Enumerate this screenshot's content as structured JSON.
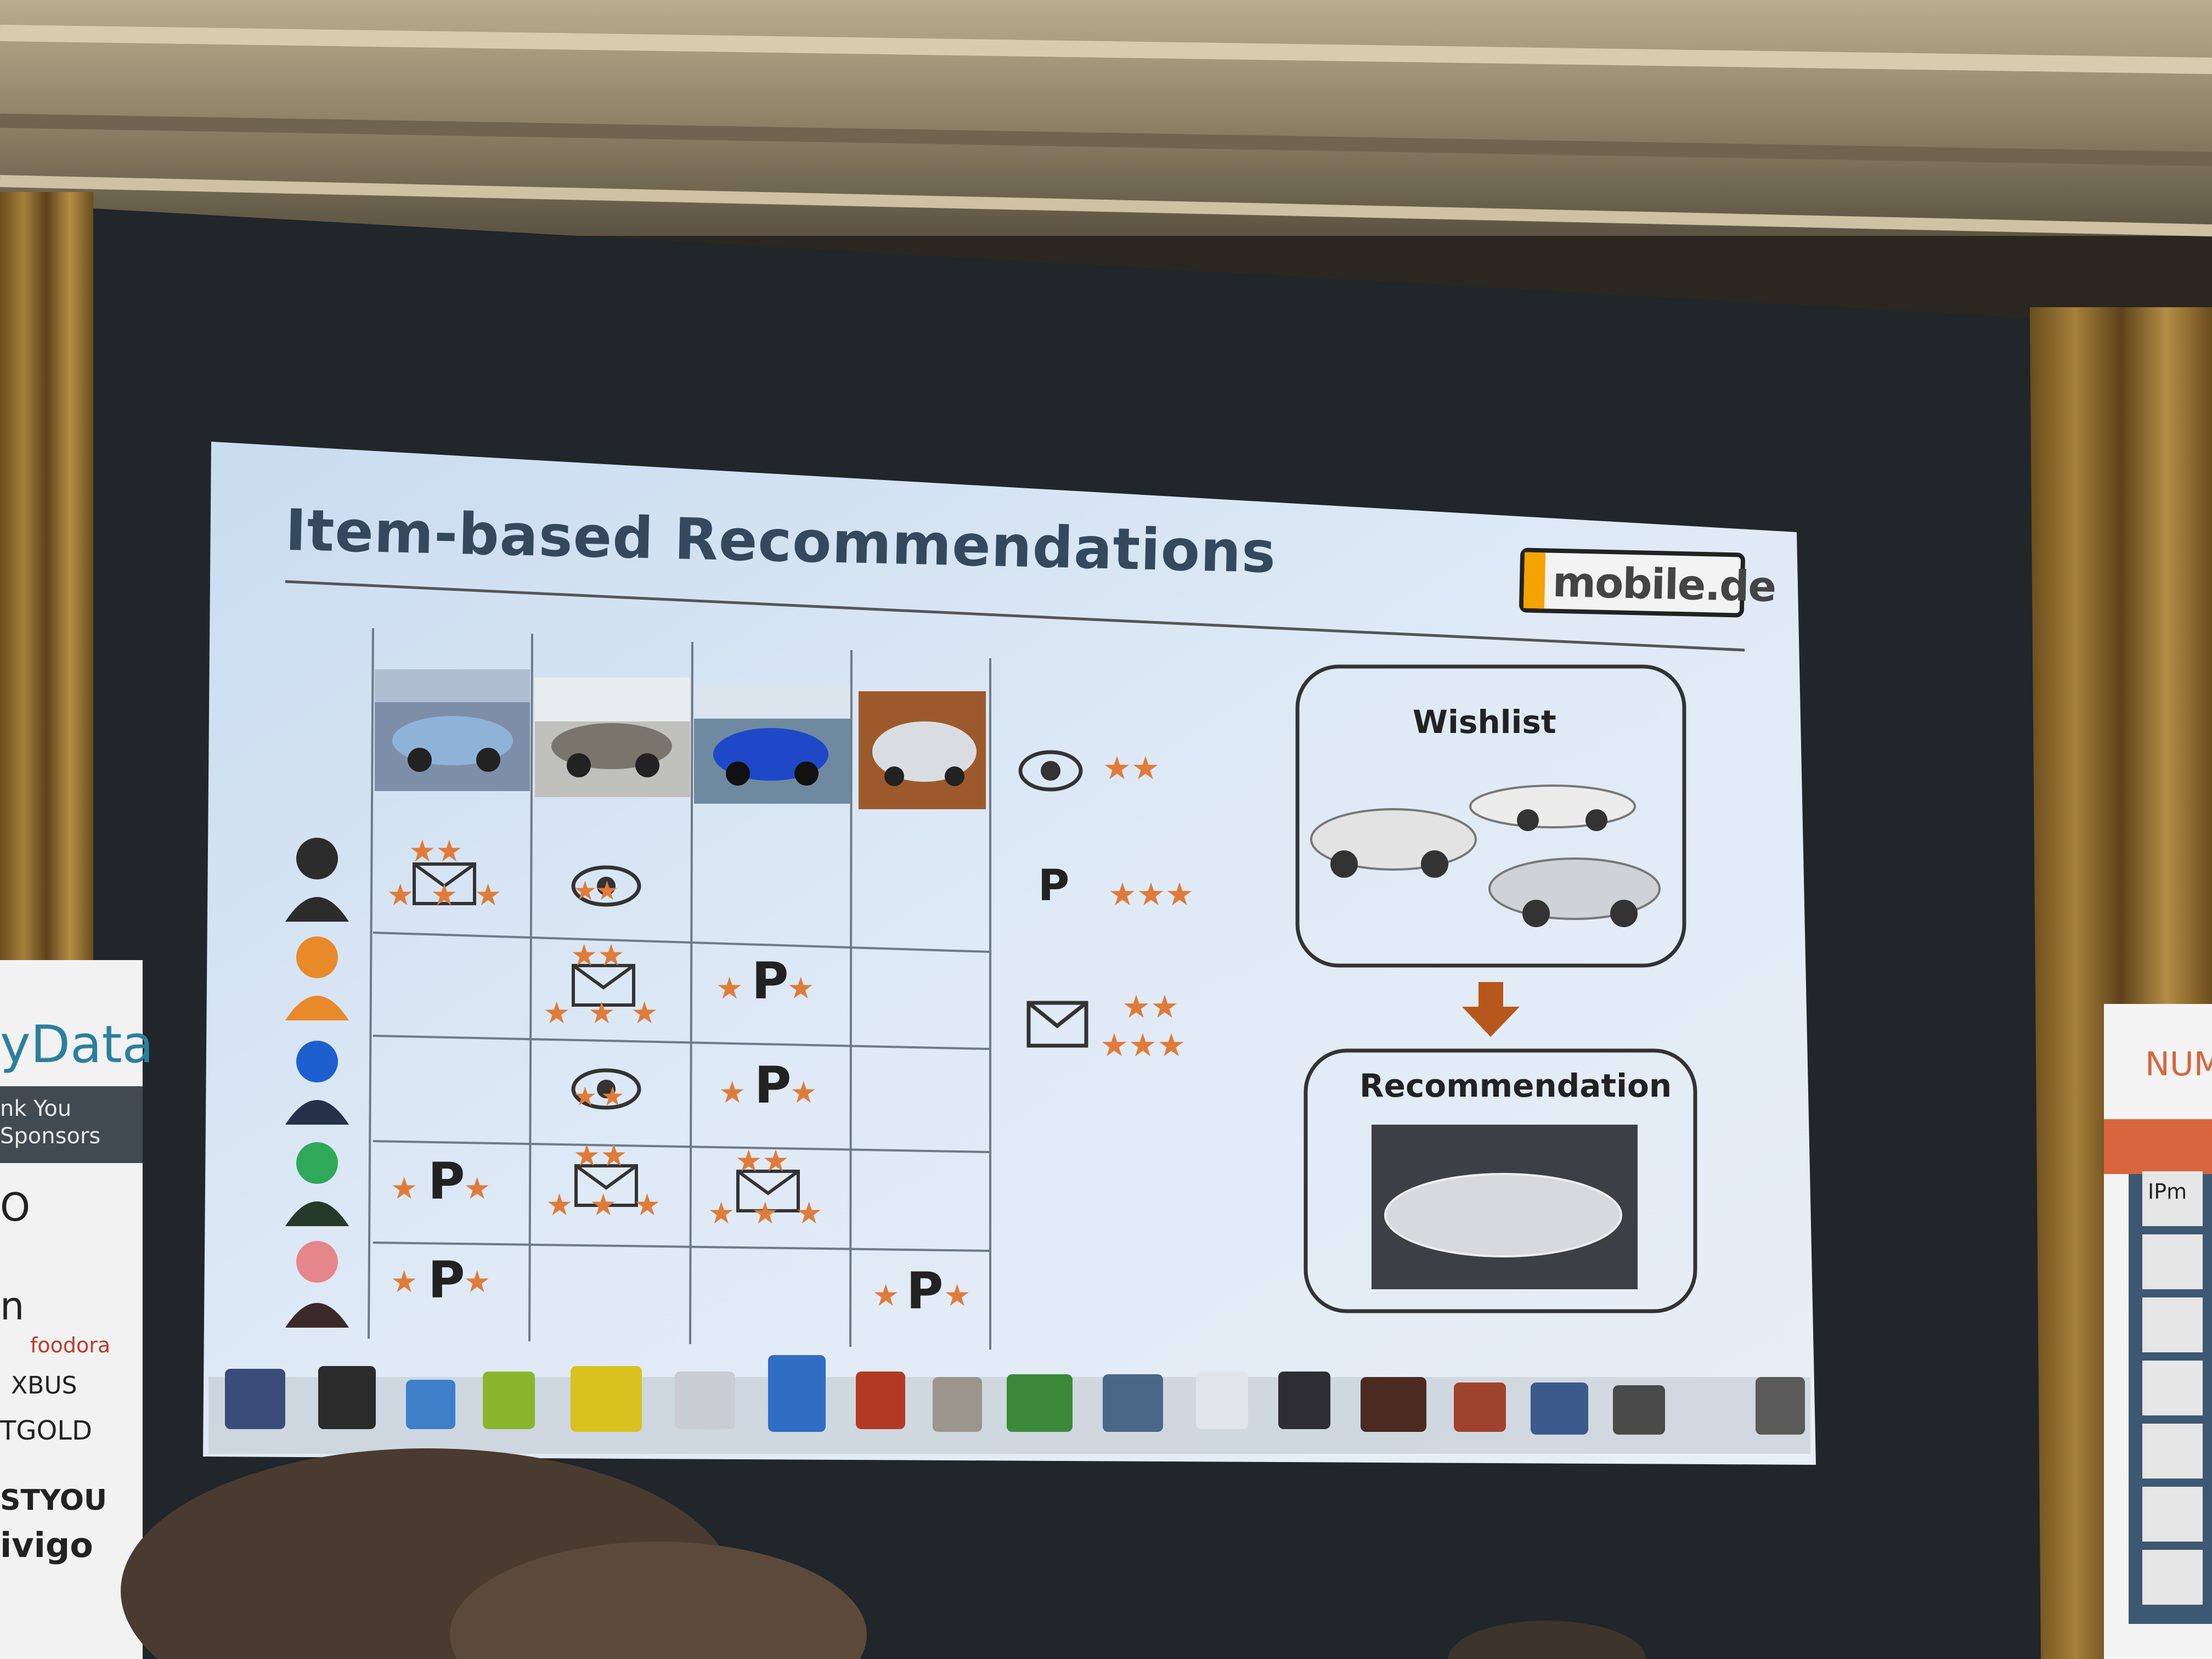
{
  "slide": {
    "title": "Item-based Recommendations",
    "brand_logo": "mobile.de",
    "wishlist_label": "Wishlist",
    "recommendation_label": "Recommendation",
    "legend": [
      {
        "icon": "eye-icon",
        "stars": 2
      },
      {
        "icon": "parking-icon",
        "label": "P",
        "stars": 3
      },
      {
        "icon": "envelope-icon",
        "stars": 5
      }
    ],
    "matrix": {
      "users": [
        "user-1",
        "user-2",
        "user-3",
        "user-4",
        "user-5"
      ],
      "cars": [
        "car-1",
        "car-2",
        "car-3",
        "car-4"
      ],
      "cells": [
        [
          "mail",
          "eye",
          "",
          ""
        ],
        [
          "",
          "mail",
          "parking",
          ""
        ],
        [
          "",
          "eye",
          "parking",
          ""
        ],
        [
          "parking",
          "mail",
          "mail",
          ""
        ],
        [
          "parking",
          "",
          "",
          "parking"
        ]
      ]
    },
    "colors": {
      "slide_bg": "#dce8f5",
      "title": "#34495e",
      "star": "#e07b39",
      "logo_accent": "#f4a300"
    }
  },
  "room": {
    "left_banner": {
      "brand": "yData",
      "lines": [
        "nk You",
        "Sponsors"
      ],
      "logos": [
        "O",
        "n",
        "foodora",
        "XBUS",
        "TGOLD",
        "STYOU",
        "ivigo"
      ]
    },
    "right_banner": {
      "brand": "NUM",
      "logos": [
        "IPm"
      ]
    }
  }
}
